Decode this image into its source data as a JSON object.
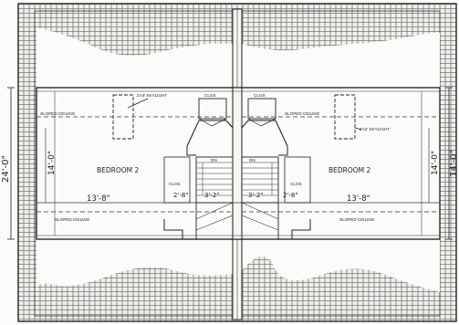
{
  "labels": {
    "sloped_ceiling_tl": "SLOPED CEILING",
    "sloped_ceiling_tr": "SLOPED CEILING",
    "sloped_ceiling_bl": "SLOPED CEILING",
    "sloped_ceiling_br": "SLOPED CEILING",
    "skylight_left": "2'x4' SKYLIGHT",
    "skylight_right": "2'x4' SKYLIGHT",
    "clos_tl": "CLOS",
    "clos_tr": "CLOS",
    "clos_l": "CLOS",
    "clos_r": "CLOS",
    "dn_left": "DN",
    "dn_right": "DN",
    "bedroom_left": "BEDROOM 2",
    "bedroom_right": "BEDROOM 2"
  },
  "dimensions": {
    "left_width": "13'-8\"",
    "right_width": "13'-8\"",
    "closet_left": "2'-8\"",
    "stair_left": "3'-2\"",
    "stair_right": "3'-2\"",
    "closet_right": "2'-8\"",
    "depth_left": "14'-0\"",
    "depth_right": "14'-0\"",
    "overall_left": "24'-0\"",
    "overall_right": "14'-0\""
  }
}
